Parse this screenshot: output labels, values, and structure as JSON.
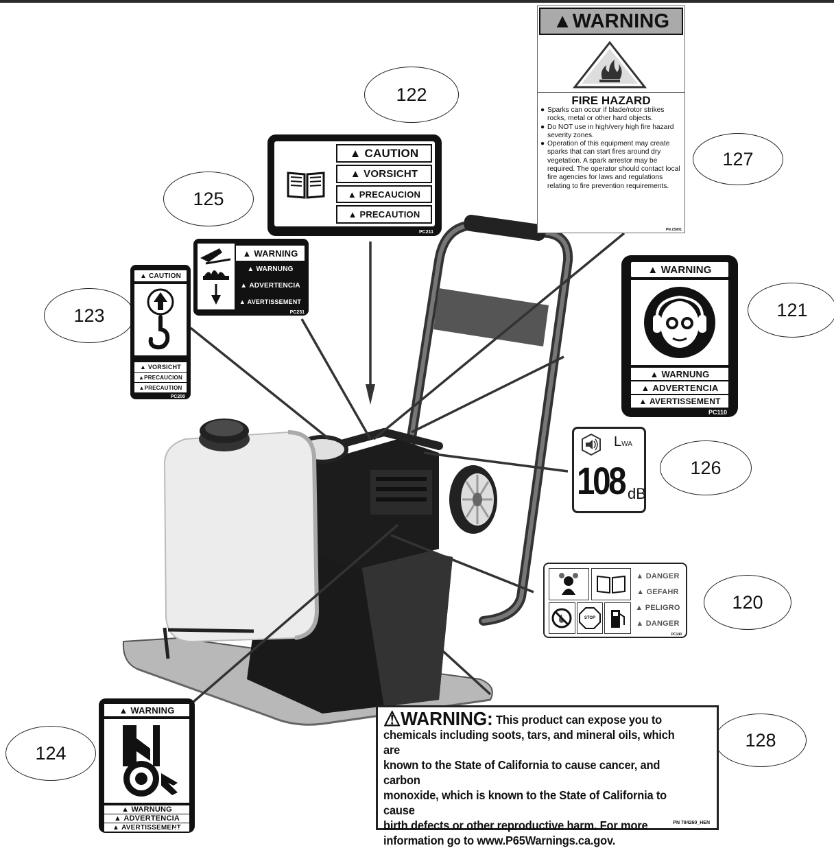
{
  "callouts": {
    "c122": "122",
    "c125": "125",
    "c123": "123",
    "c127": "127",
    "c121": "121",
    "c126": "126",
    "c120": "120",
    "c124": "124",
    "c128": "128"
  },
  "label_122": {
    "rows": [
      "CAUTION",
      "VORSICHT",
      "PRECAUCION",
      "PRECAUTION"
    ],
    "pn": "PC211"
  },
  "label_125": {
    "rows": [
      "WARNING",
      "WARNUNG",
      "ADVERTENCIA",
      "AVERTISSEMENT"
    ],
    "pn": "PC231"
  },
  "label_123": {
    "top": "CAUTION",
    "rows": [
      "VORSICHT",
      "PRECAUCION",
      "PRECAUTION"
    ],
    "pn": "PC200"
  },
  "label_127": {
    "header": "WARNING",
    "title": "FIRE HAZARD",
    "bullets": [
      "Sparks can occur if blade/rotor strikes rocks, metal or other hard objects.",
      "Do NOT use in high/very high fire hazard severity zones.",
      "Operation of this equipment may create sparks that can start fires around dry vegetation. A spark arrestor may be required.  The operator should contact local fire agencies for laws and regulations relating to fire prevention requirements."
    ],
    "pn": "PN ZS001"
  },
  "label_121": {
    "top": "WARNING",
    "rows": [
      "WARNUNG",
      "ADVERTENCIA",
      "AVERTISSEMENT"
    ],
    "pn": "PC110"
  },
  "label_126": {
    "lwa": "L",
    "lwa_sub": "WA",
    "value": "108",
    "unit": "dB"
  },
  "label_120": {
    "rows": [
      "DANGER",
      "GEFAHR",
      "PELIGRO",
      "DANGER"
    ],
    "stop": "STOP",
    "pn": "PC140"
  },
  "label_124": {
    "top": "WARNING",
    "rows": [
      "WARNUNG",
      "ADVERTENCIA",
      "AVERTISSEMENT"
    ],
    "pn": "PC400"
  },
  "label_128": {
    "head": "WARNING:",
    "lines": [
      "This product can expose you to",
      "chemicals including soots, tars, and mineral oils, which are",
      "known to the State of California to cause cancer, and carbon",
      "monoxide, which is known to the State of California to cause",
      "birth defects or other reproductive harm. For more",
      "information go to www.P65Warnings.ca.gov."
    ],
    "pn": "PN 784260_HEN"
  }
}
